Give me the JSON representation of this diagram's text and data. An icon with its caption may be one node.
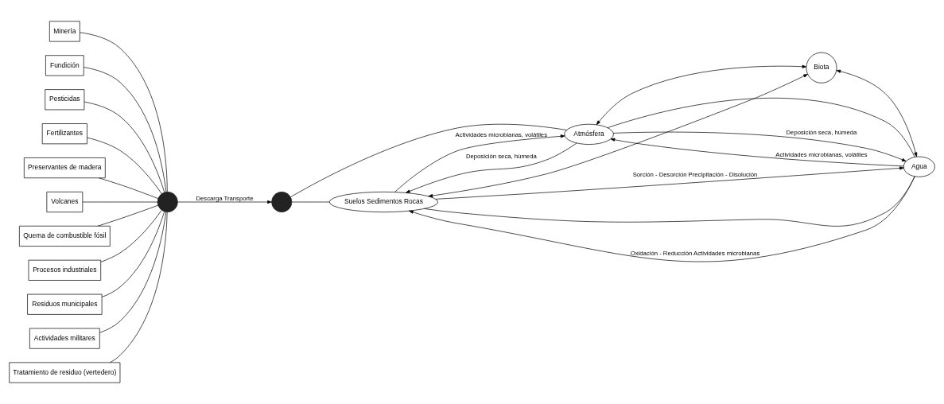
{
  "diagram": {
    "nodes": [
      {
        "text": [
          "Minería"
        ]
      },
      {
        "text": [
          "Fundición"
        ]
      },
      {
        "text": [
          "Pesticidas"
        ]
      },
      {
        "text": [
          "Fertilizantes"
        ]
      },
      {
        "text": [
          "Preservantes de madera"
        ]
      },
      {
        "text": [
          "Volcanes"
        ]
      },
      {
        "text": [
          "Quema de combustible fósil"
        ]
      },
      {
        "text": [
          "Procesos industriales"
        ]
      },
      {
        "text": [
          "Residuos municipales"
        ]
      },
      {
        "text": [
          "Actividades militares"
        ]
      },
      {
        "text": [
          "Tratamiento de residuo (vertedero)"
        ]
      },
      {
        "text": [],
        "shape": "circle"
      },
      {
        "text": [],
        "shape": "circle"
      },
      {
        "text": [
          "Atmósfera"
        ]
      },
      {
        "text": [
          "Biota"
        ]
      },
      {
        "text": [
          "Suelos Sedimentos Rocas"
        ]
      },
      {
        "text": [
          "Agua"
        ]
      }
    ],
    "edges": [
      {
        "from": 0,
        "to": 11,
        "arrow": "none"
      },
      {
        "from": 1,
        "to": 11,
        "arrow": "none"
      },
      {
        "from": 2,
        "to": 11,
        "arrow": "none"
      },
      {
        "from": 3,
        "to": 11,
        "arrow": "none"
      },
      {
        "from": 4,
        "to": 11,
        "arrow": "none"
      },
      {
        "from": 5,
        "to": 11,
        "arrow": "none"
      },
      {
        "from": 6,
        "to": 11,
        "arrow": "none"
      },
      {
        "from": 7,
        "to": 11,
        "arrow": "none"
      },
      {
        "from": 8,
        "to": 11,
        "arrow": "none"
      },
      {
        "from": 9,
        "to": 11,
        "arrow": "none"
      },
      {
        "from": 10,
        "to": 11,
        "arrow": "none"
      },
      {
        "from": 11,
        "to": 12,
        "arrow": "to",
        "label": "Descarga Transporte"
      },
      {
        "from": 12,
        "to": 13,
        "arrow": "none"
      },
      {
        "from": 12,
        "to": 15,
        "arrow": "none"
      },
      {
        "from": 13,
        "to": 16,
        "arrow": "none"
      },
      {
        "from": 16,
        "to": 15,
        "arrow": "none"
      },
      {
        "from": 15,
        "to": 13,
        "arrow": "to",
        "label": "Actividades microbianas, volátiles"
      },
      {
        "from": 13,
        "to": 15,
        "arrow": "to",
        "label": "Deposición seca, húmeda"
      },
      {
        "from": 16,
        "to": 13,
        "arrow": "to",
        "label": "Actividades microbianas, volátiles"
      },
      {
        "from": 13,
        "to": 16,
        "arrow": "to",
        "label": "Deposición seca, húmeda"
      },
      {
        "from": 13,
        "to": 14,
        "arrow": "both"
      },
      {
        "from": 14,
        "to": 15,
        "arrow": "both"
      },
      {
        "from": 14,
        "to": 16,
        "arrow": "both"
      },
      {
        "from": 15,
        "to": 16,
        "arrow": "to",
        "label": "Sorción - Desorción Precipitación - Disolución"
      },
      {
        "from": 16,
        "to": 15,
        "arrow": "to",
        "label": "Oxidación - Reducción Actividades microbianas"
      }
    ]
  }
}
